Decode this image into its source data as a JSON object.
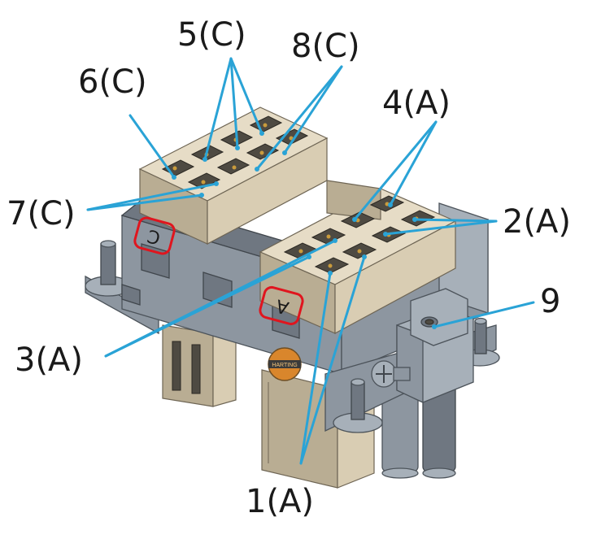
{
  "callouts": {
    "c5": "5(C)",
    "c8": "8(C)",
    "c6": "6(C)",
    "c4": "4(A)",
    "c7": "7(C)",
    "c2": "2(A)",
    "c9": "9",
    "c3": "3(A)",
    "c1": "1(A)"
  },
  "module_marks": {
    "module_c": "C",
    "module_a": "A"
  },
  "logo_text": "HARTING",
  "colors": {
    "leader_line": "#2aa3d6",
    "highlight": "#e0151e",
    "insert_beige": "#d9cdb3",
    "frame_gray": "#8d96a0",
    "label_text": "#1a1a1a"
  }
}
